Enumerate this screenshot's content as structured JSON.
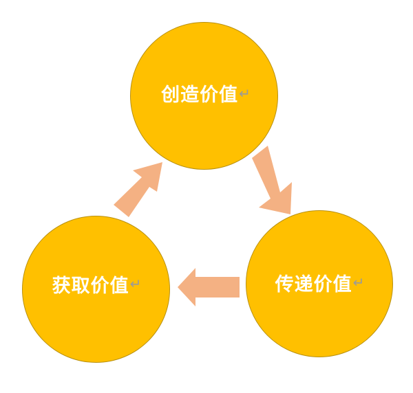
{
  "colors": {
    "node_fill": "#FFC000",
    "node_border": "#B8900E",
    "node_text": "#FFFFFF",
    "arrow_fill": "#F4B183"
  },
  "nodes": {
    "create": {
      "label": "创造价值",
      "mark": "↵"
    },
    "deliver": {
      "label": "传递价值",
      "mark": "↵"
    },
    "capture": {
      "label": "获取价值",
      "mark": "↵"
    }
  },
  "arrows": [
    {
      "from": "create",
      "to": "deliver"
    },
    {
      "from": "deliver",
      "to": "capture"
    },
    {
      "from": "capture",
      "to": "create"
    }
  ]
}
